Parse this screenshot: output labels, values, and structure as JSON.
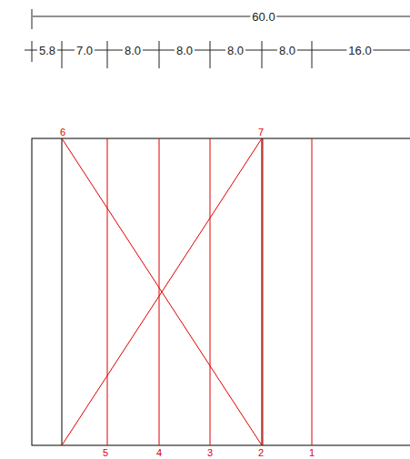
{
  "diagram": {
    "labels": [
      "60.0",
      "5.8",
      "7.0",
      "8.0",
      "8.0",
      "8.0",
      "8.0",
      "16.0",
      "6",
      "7",
      "5",
      "4",
      "3",
      "2",
      "1"
    ]
  }
}
